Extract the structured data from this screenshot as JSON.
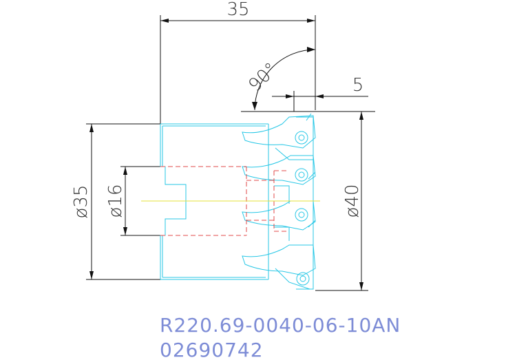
{
  "dimensions": {
    "total_length": "35",
    "angle": "90°",
    "edge_offset": "5",
    "body_diameter": "ø35",
    "bore_diameter": "ø16",
    "cutting_diameter": "ø40"
  },
  "part_number": "R220.69-0040-06-10AN",
  "order_code": "02690742",
  "colors": {
    "outline": "#27c7e6",
    "hidden_lines": "#e04a4a",
    "centerline": "#e6e23a",
    "dimension_lines": "#111111",
    "label_text": "#7d8cd6"
  }
}
